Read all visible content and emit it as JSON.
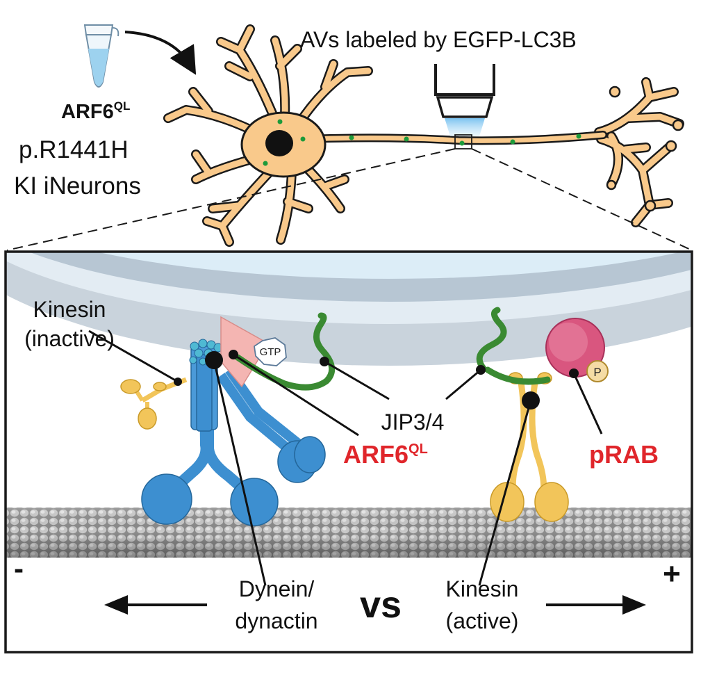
{
  "top": {
    "tube_label_main": "ARF6",
    "tube_label_sup": "QL",
    "cell_line_1": "p.R1441H",
    "cell_line_2": "KI iNeurons",
    "imaging_label": "AVs labeled by EGFP-LC3B"
  },
  "panel": {
    "kinesin_inactive_1": "Kinesin",
    "kinesin_inactive_2": "(inactive)",
    "gtp": "GTP",
    "jip": "JIP3/4",
    "arf6_main": "ARF6",
    "arf6_sup": "QL",
    "prab": "pRAB",
    "phospho": "P",
    "minus": "-",
    "plus": "+",
    "dynein_1": "Dynein/",
    "dynein_2": "dynactin",
    "vs": "vs",
    "kinesin_active_1": "Kinesin",
    "kinesin_active_2": "(active)"
  },
  "colors": {
    "neuron_fill": "#f9c98b",
    "dynein_blue": "#3d8fd0",
    "kinesin_yellow": "#f2c55a",
    "arf6_pink": "#f4b5b2",
    "prab_magenta": "#d9567f",
    "jip_green": "#3a8a32",
    "label_red": "#e0262b",
    "vesicle_blue": "#dcedf7",
    "microtubule_grey": "#9a9a9a"
  }
}
